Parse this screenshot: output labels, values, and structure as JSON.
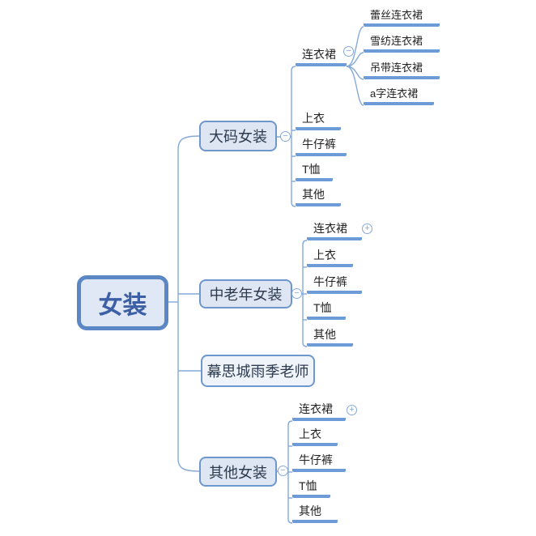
{
  "diagram": {
    "type": "mindmap",
    "colors": {
      "connector_line": "#84a9da",
      "underline": "#6d9bd8",
      "node_border": "#6e97cd",
      "root_border": "#5b88c4",
      "root_fill": "#dfe8f4",
      "branch_fill": "#dde6f2",
      "plain_fill": "#eff4fa",
      "root_text": "#3c5fa5",
      "branch_text": "#2c3a4e",
      "subtopic_text": "#222222",
      "background": "#ffffff"
    },
    "icons": {
      "minus": "−",
      "plus": "+"
    },
    "root": {
      "label": "女装"
    },
    "branches": [
      {
        "label": "大码女装",
        "toggle": "minus",
        "children": [
          {
            "label": "连衣裙",
            "toggle": "minus",
            "children": [
              {
                "label": "蕾丝连衣裙"
              },
              {
                "label": "雪纺连衣裙"
              },
              {
                "label": "吊带连衣裙"
              },
              {
                "label": "a字连衣裙"
              }
            ]
          },
          {
            "label": "上衣"
          },
          {
            "label": "牛仔裤"
          },
          {
            "label": "T恤"
          },
          {
            "label": "其他"
          }
        ]
      },
      {
        "label": "中老年女装",
        "toggle": "minus",
        "children": [
          {
            "label": "连衣裙",
            "toggle": "plus"
          },
          {
            "label": "上衣"
          },
          {
            "label": "牛仔裤"
          },
          {
            "label": "T恤"
          },
          {
            "label": "其他"
          }
        ]
      },
      {
        "label": "幕思城雨季老师"
      },
      {
        "label": "其他女装",
        "toggle": "minus",
        "children": [
          {
            "label": "连衣裙",
            "toggle": "plus"
          },
          {
            "label": "上衣"
          },
          {
            "label": "牛仔裤"
          },
          {
            "label": "T恤"
          },
          {
            "label": "其他"
          }
        ]
      }
    ]
  }
}
